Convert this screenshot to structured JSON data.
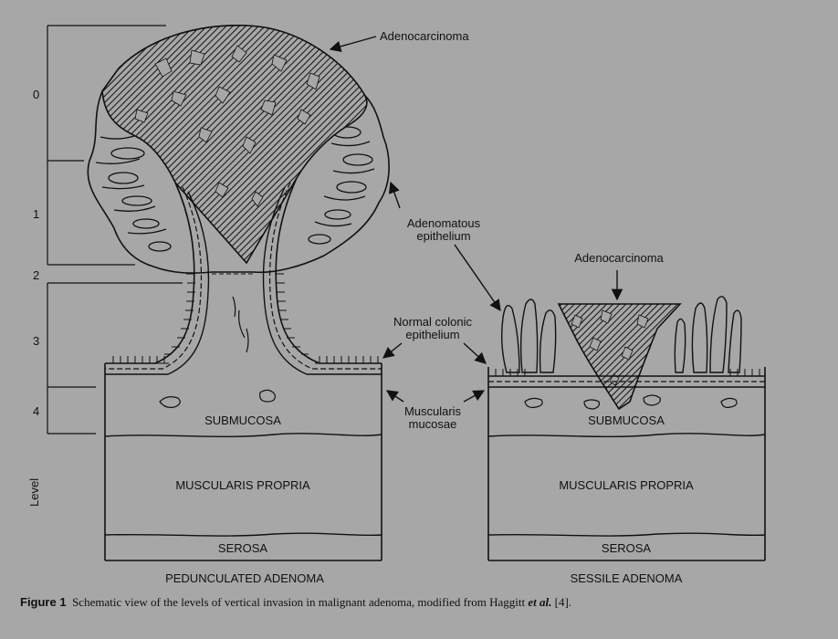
{
  "labels": {
    "adenocarcinoma_top": "Adenocarcinoma",
    "adenomatous_1": "Adenomatous",
    "adenomatous_2": "epithelium",
    "adenocarcinoma_right": "Adenocarcinoma",
    "normal_1": "Normal colonic",
    "normal_2": "epithelium",
    "muscularis_1": "Muscularis",
    "muscularis_2": "mucosae"
  },
  "levels": {
    "axis_title": "Level",
    "items": [
      "0",
      "1",
      "2",
      "3",
      "4"
    ]
  },
  "pedunculated": {
    "submucosa": "SUBMUCOSA",
    "muscularis_propria": "MUSCULARIS PROPRIA",
    "serosa": "SEROSA",
    "title": "PEDUNCULATED ADENOMA"
  },
  "sessile": {
    "submucosa": "SUBMUCOSA",
    "muscularis_propria": "MUSCULARIS PROPRIA",
    "serosa": "SEROSA",
    "title": "SESSILE ADENOMA"
  },
  "caption": {
    "figure_label": "Figure 1",
    "text": "Schematic view of the levels of vertical invasion in malignant adenoma, modified from Haggitt",
    "et_al": "et al.",
    "ref": "[4]."
  },
  "colors": {
    "background": "#a7a7a7",
    "ink": "#111111"
  }
}
